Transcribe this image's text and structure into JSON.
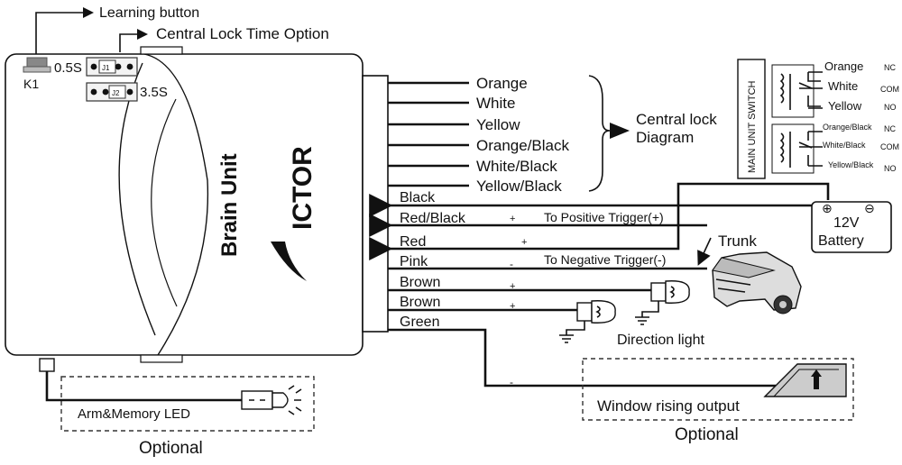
{
  "callouts": {
    "learning_button": "Learning button",
    "central_lock_time": "Central Lock Time Option"
  },
  "unit": {
    "k1": "K1",
    "time_05": "0.5S",
    "time_35": "3.5S",
    "j1": "J1",
    "j2": "J2",
    "title": "Brain Unit",
    "brand": "ICTOR"
  },
  "lock_wires": [
    "Orange",
    "White",
    "Yellow",
    "Orange/Black",
    "White/Black",
    "Yellow/Black"
  ],
  "lock_target": [
    "Central lock",
    "Diagram"
  ],
  "switch": {
    "title": "MAIN UNIT SWITCH",
    "top": [
      "Orange",
      "White",
      "Yellow"
    ],
    "bottom": [
      "Orange/Black",
      "White/Black",
      "Yellow/Black"
    ],
    "contacts": [
      "NC",
      "COM",
      "NO"
    ]
  },
  "main_wires": [
    "Black",
    "Red/Black",
    "Red",
    "Pink",
    "Brown",
    "Brown",
    "Green"
  ],
  "polarity": {
    "plus": "+",
    "minus": "-"
  },
  "triggers": {
    "positive": "To Positive Trigger(+)",
    "negative": "To Negative Trigger(-)"
  },
  "battery": {
    "label": [
      "12V",
      "Battery"
    ],
    "plus": "⊕",
    "minus": "⊖"
  },
  "trunk": "Trunk",
  "direction_light": "Direction light",
  "led": "Arm&Memory LED",
  "window": "Window rising output",
  "optional": "Optional"
}
